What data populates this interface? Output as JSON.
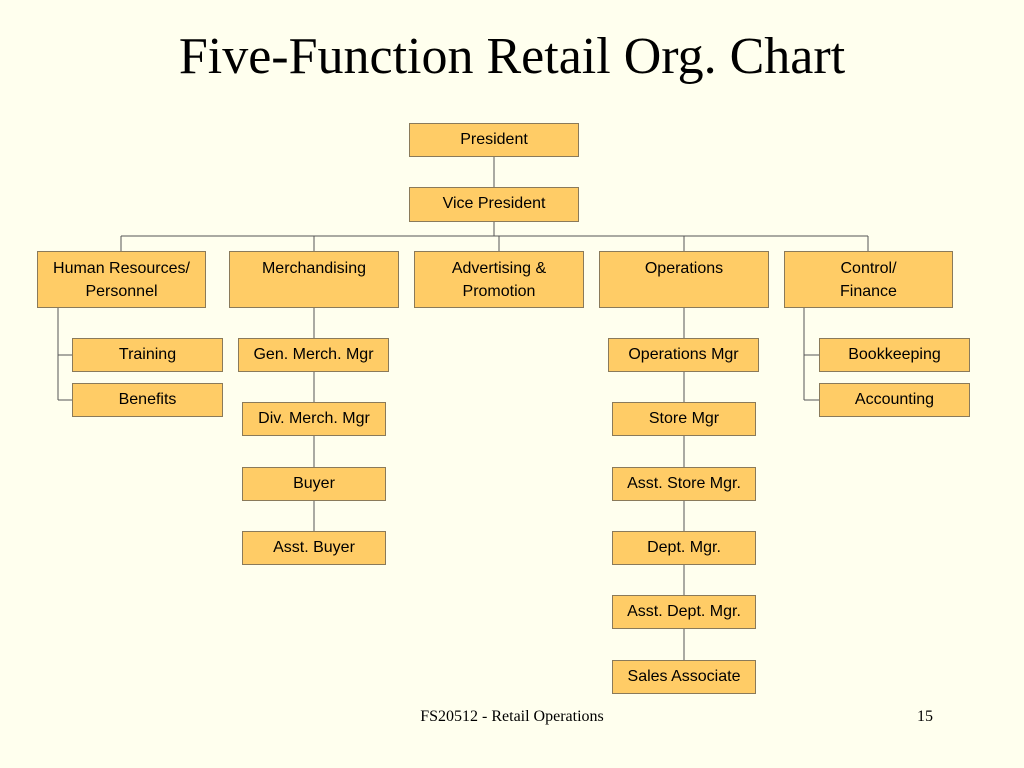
{
  "slide": {
    "title": "Five-Function Retail Org. Chart",
    "footer_text": "FS20512 - Retail Operations",
    "page_number": "15"
  },
  "org_chart": {
    "president": "President",
    "vice_president": "Vice President",
    "departments": {
      "hr": "Human Resources/\nPersonnel",
      "merchandising": "Merchandising",
      "advertising": "Advertising &\nPromotion",
      "operations": "Operations",
      "control": "Control/\nFinance"
    },
    "hr_children": [
      "Training",
      "Benefits"
    ],
    "merch_children": [
      "Gen. Merch. Mgr",
      "Div. Merch. Mgr",
      "Buyer",
      "Asst. Buyer"
    ],
    "ops_children": [
      "Operations Mgr",
      "Store Mgr",
      "Asst. Store Mgr.",
      "Dept. Mgr.",
      "Asst. Dept. Mgr.",
      "Sales Associate"
    ],
    "control_children": [
      "Bookkeeping",
      "Accounting"
    ]
  },
  "colors": {
    "background": "#FFFFEE",
    "box_fill": "#FFCC66",
    "box_border": "#8a7a5a",
    "connector": "#555555"
  }
}
